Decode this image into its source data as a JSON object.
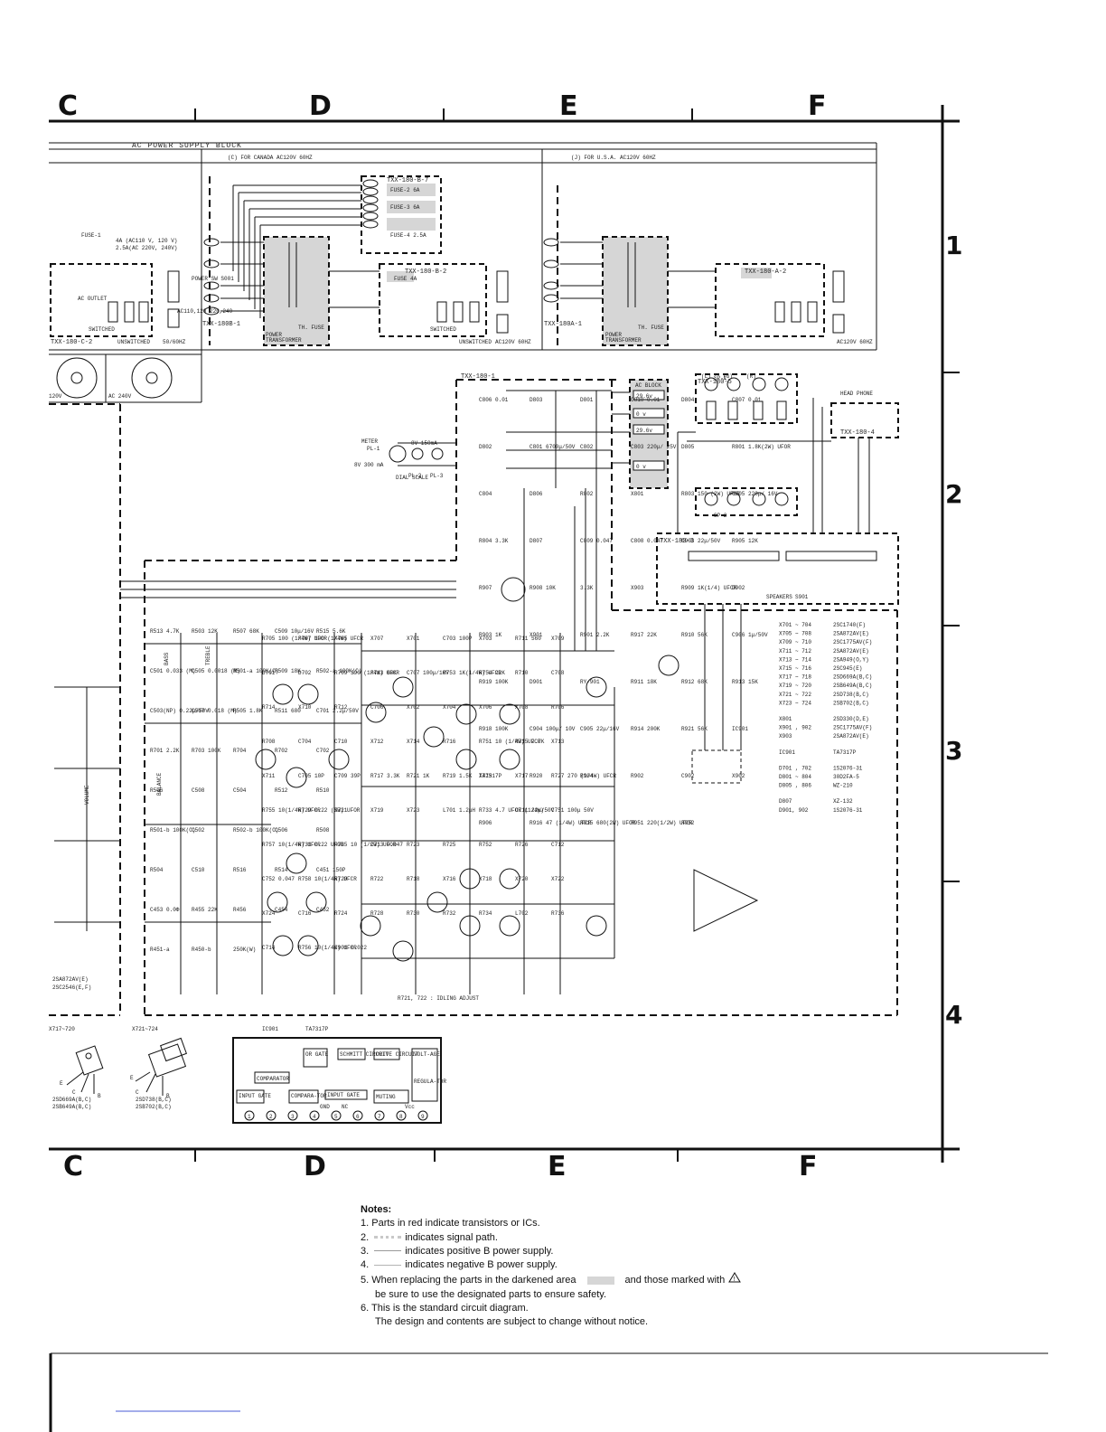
{
  "columns": [
    "C",
    "D",
    "E",
    "F"
  ],
  "rows": [
    "1",
    "2",
    "3",
    "4"
  ],
  "blocks": {
    "power_supply": "AC POWER SUPPLY BLOCK",
    "canada": "(C)  FOR CANADA     AC120V 60HZ",
    "usa": "(J)  FOR U.S.A.     AC120V 60HZ",
    "ac_block": "AC BLOCK",
    "head_phone": "HEAD PHONE",
    "speakers": "SPEAKERS",
    "idling": "R721, 722 : IDLING ADJUST"
  },
  "boards": [
    "TXX-180-B-7",
    "TXX-180-B-2",
    "TXX-180-A-2",
    "TXX-180-C-2",
    "TXX-180B-1",
    "TXX-180A-1",
    "TXX-180-1",
    "TXX-180-5",
    "TXX-180-3",
    "TXX-180-4"
  ],
  "transformer": [
    "POWER",
    "TRANSFORMER",
    "TH. FUSE"
  ],
  "fuses": [
    "FUSE-1",
    "FUSE-2 6A",
    "FUSE-3 6A",
    "FUSE-4 2.5A",
    "FUSE 4A"
  ],
  "fuse_rating": [
    "4A (AC110 V, 120 V)",
    "2.5A(AC 220V, 240V)"
  ],
  "outlets": [
    "AC OUTLET",
    "SWITCHED",
    "UNSWITCHED",
    "POWER SW S001",
    "AC120V 60HZ",
    "50/60HZ",
    "AC110,120 220,240"
  ],
  "ac_voltages": [
    "120V",
    "AC 240V"
  ],
  "ac_block_taps": [
    "29.6v",
    "0 v",
    "29.6v",
    "0 v"
  ],
  "meter": [
    "METER",
    "PL-1",
    "8V 150mA",
    "8V 300 mA",
    "PL-2",
    "PL-3",
    "DIAL SCALE"
  ],
  "controls": [
    "BASS",
    "TREBLE",
    "VOLUME",
    "BALANCE"
  ],
  "tone_parts": [
    "R513 4.7K",
    "R503 12K",
    "R507 68K",
    "C509 10μ/16V",
    "R515 5.6K",
    "C501 0.033 (M)",
    "C505 0.0018 (M)",
    "R501-a 100K(C)",
    "R509 18K",
    "R502-a 100K(C)",
    "C503(NP) 0.22μ/50V",
    "C507 0.018 (M)",
    "R505 1.8K",
    "R511 680",
    "C701 2.2μ/50V",
    "R701 2.2K",
    "R703 100K",
    "R704",
    "R702",
    "C702",
    "R506",
    "C508",
    "C504",
    "R512",
    "R510",
    "R501-b 100K(C)",
    "C502",
    "R502-b 100K(C)",
    "C506",
    "R508",
    "R504",
    "C510",
    "R516",
    "R514",
    "C451 150P",
    "C453 0.0Ф",
    "R455 22K",
    "R456",
    "C454",
    "C452",
    "R451-a",
    "R450-b",
    "250K(W)"
  ],
  "amp_parts": [
    "R705 100 (1/4W) UFCR",
    "R707 100 (1/4W) UFCR",
    "X705",
    "X707",
    "X701",
    "C703 100P",
    "X703",
    "R711 560",
    "X709",
    "D701",
    "D702",
    "R709 390 (1/4W) UFCR",
    "R713 68K",
    "C707 100μ/10V",
    "R753 1K(1/4W) UFCR",
    "R754 22K",
    "R710",
    "C708",
    "R714",
    "X710",
    "R712",
    "C706",
    "X702",
    "X704",
    "X706",
    "X708",
    "R706",
    "R708",
    "C704",
    "C710",
    "X712",
    "X714",
    "R716",
    "R751 10 (1/4W) UFCR",
    "R715 2.7K",
    "X713",
    "X711",
    "C705 10P",
    "C709 39P",
    "R717 3.3K",
    "R721 1K",
    "R719 1.5K",
    "X715",
    "X717",
    "R727 270 (1/4W) UFCR",
    "R755 10(1/4W) UFCR",
    "R729 0.22 (5W) UFOR",
    "X721",
    "X719",
    "X723",
    "L701 1.2μH",
    "R733 4.7 UFOR (1/4W)",
    "C711 22μ/50V",
    "C751 100μ 50V",
    "R757 10(1/4W) UFCR",
    "R731 0.22 UFOR",
    "R735 10 (1/2W) UFOR",
    "C713 0.047",
    "R723",
    "R725",
    "R752",
    "R726",
    "C712",
    "C752 0.047",
    "R758 10(1/4W) UFCR",
    "R720",
    "R722",
    "R718",
    "X716",
    "X718",
    "X720",
    "X722",
    "X724",
    "C716",
    "R724",
    "R728",
    "R730",
    "R732",
    "R734",
    "L702",
    "R736",
    "C714",
    "R756 10(1/4W) UFCR",
    "C901 0.022"
  ],
  "protect_parts": [
    "C806 0.01",
    "D803",
    "D801",
    "C810 0.01",
    "D804",
    "C807 0.01",
    "D802",
    "C801 6700μ/50V",
    "C802",
    "C803 220μ/ 25V",
    "D805",
    "R801 1.8K(2W) UFOR",
    "C804",
    "D806",
    "R802",
    "X801",
    "R803 150 (2W) UFOR",
    "C805 220μ/ 16V",
    "R804 3.3K",
    "D807",
    "C809 0.047",
    "C808 0.047",
    "C903 22μ/50V",
    "R905 12K",
    "R907",
    "R908 10K",
    "3.3K",
    "X903",
    "R909 1K(1/4) UFCR",
    "D902",
    "R903 1K",
    "X901",
    "R901 2.2K",
    "R917 22K",
    "R910 56K",
    "C906 1μ/50V",
    "R919 100K",
    "D901",
    "RY-901",
    "R911 18K",
    "R912 68K",
    "R913 15K",
    "R918 100K",
    "C904 100μ/ 10V",
    "C905 22μ/16V",
    "R914 200K",
    "R921 56K",
    "IC901",
    "TA7317P",
    "R920",
    "R904",
    "R902",
    "C902",
    "X902",
    "R906",
    "R916 47 (1/4W) UFCR",
    "R915 680(2W) UFOR",
    "R951 220(1/2W) UFCR",
    "R952"
  ],
  "speaker_terminals": [
    "SP-1",
    "SP-2",
    "S901",
    "(L)",
    "(G)",
    "(R)"
  ],
  "parts_table": [
    [
      "X701 ~ 704",
      "2SC1740(F)"
    ],
    [
      "X705 ~ 708",
      "2SA872AV(E)"
    ],
    [
      "X709 ~ 710",
      "2SC1775AV(F)"
    ],
    [
      "X711 ~ 712",
      "2SA872AV(E)"
    ],
    [
      "X713 ~ 714",
      "2SA949(O,Y)"
    ],
    [
      "X715 ~ 716",
      "2SC945(E)"
    ],
    [
      "X717 ~ 718",
      "2SD669A(B,C)"
    ],
    [
      "X719 ~ 720",
      "2SB649A(B,C)"
    ],
    [
      "X721 ~ 722",
      "2SD738(B,C)"
    ],
    [
      "X723 ~ 724",
      "2SB702(B,C)"
    ],
    [
      "X801",
      "2SD330(D,E)"
    ],
    [
      "X901 , 902",
      "2SC1775AV(F)"
    ],
    [
      "X903",
      "2SA872AV(E)"
    ],
    [
      "IC901",
      "TA7317P"
    ],
    [
      "D701 , 702",
      "1S2076-31"
    ],
    [
      "D801 ~ 804",
      "30D2FA-5"
    ],
    [
      "D805 , 806",
      "WZ-210"
    ],
    [
      "D807",
      "XZ-132"
    ],
    [
      "D901, 902",
      "1S2076-31"
    ]
  ],
  "left_transistors": [
    "2SA872AV(E)",
    "2SC2546(E,F)"
  ],
  "package_captions": [
    {
      "title": "X717~720",
      "parts": [
        "2SD669A(B,C)",
        "2SB649A(B,C)"
      ]
    },
    {
      "title": "X721~724",
      "parts": [
        "2SD738(B,C)",
        "2SB702(B,C)"
      ]
    }
  ],
  "pin_labels": [
    "E",
    "C",
    "B"
  ],
  "ic_block": {
    "title": "IC901",
    "part": "TA7317P",
    "blocks": [
      "OR GATE",
      "SCHMITT CIRCUIT",
      "DRIVE CIRCUIT",
      "VOLT-AGE",
      "REGULA-TOR",
      "COMPARATOR",
      "COMPARA-TOR",
      "INPUT GATE",
      "INPUT GATE",
      "MUTING"
    ],
    "pins": [
      "1",
      "2",
      "3",
      "4",
      "5",
      "6",
      "7",
      "8",
      "9"
    ],
    "pin_notes": [
      "GND",
      "NC",
      "Vcc"
    ]
  },
  "notes": {
    "title": "Notes:",
    "lines": [
      {
        "num": "1.",
        "text": "Parts in red indicate transistors or ICs."
      },
      {
        "num": "2.",
        "text": "indicates signal path."
      },
      {
        "num": "3.",
        "text": "indicates positive B power supply."
      },
      {
        "num": "4.",
        "text": "indicates negative B power supply."
      },
      {
        "num": "5.",
        "text": "When replacing the parts in the darkened area",
        "text2": "and those marked with"
      },
      {
        "num": "",
        "text": "be sure to use the designated parts to ensure safety."
      },
      {
        "num": "6.",
        "text": "This is the standard circuit diagram."
      },
      {
        "num": "",
        "text": "The design and contents are subject to change without notice."
      }
    ]
  },
  "colors": {
    "ink": "#111111",
    "darkened_area": "#d6d6d6",
    "paper": "#ffffff",
    "sample_line": "#9a9a9a"
  }
}
